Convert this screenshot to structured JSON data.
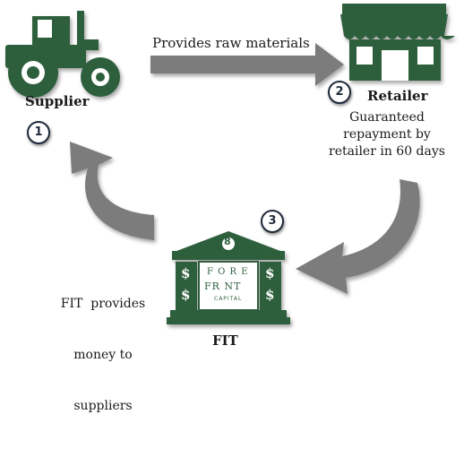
{
  "colors": {
    "green": "#2f5f3c",
    "gray_arrow": "#7c7c7c",
    "text": "#1a1a1a",
    "badge_border": "#1f2a3a"
  },
  "nodes": {
    "supplier": {
      "label": "Supplier",
      "step": "1",
      "icon": "tractor-icon"
    },
    "retailer": {
      "label": "Retailer",
      "step": "2",
      "icon": "store-icon"
    },
    "fit": {
      "label": "FIT",
      "step": "3",
      "icon": "bank-icon"
    }
  },
  "flows": {
    "supplier_to_retailer": "Provides raw materials",
    "retailer_to_fit": [
      "Guaranteed",
      "repayment by",
      "retailer in 60 days"
    ],
    "fit_to_supplier": [
      "FIT  provides",
      "money to",
      "suppliers"
    ]
  },
  "logo": {
    "line1": "F O R E",
    "line2": "FR  NT",
    "line3": "CAPITAL",
    "pediment_mark": "8",
    "dollar": "$"
  }
}
